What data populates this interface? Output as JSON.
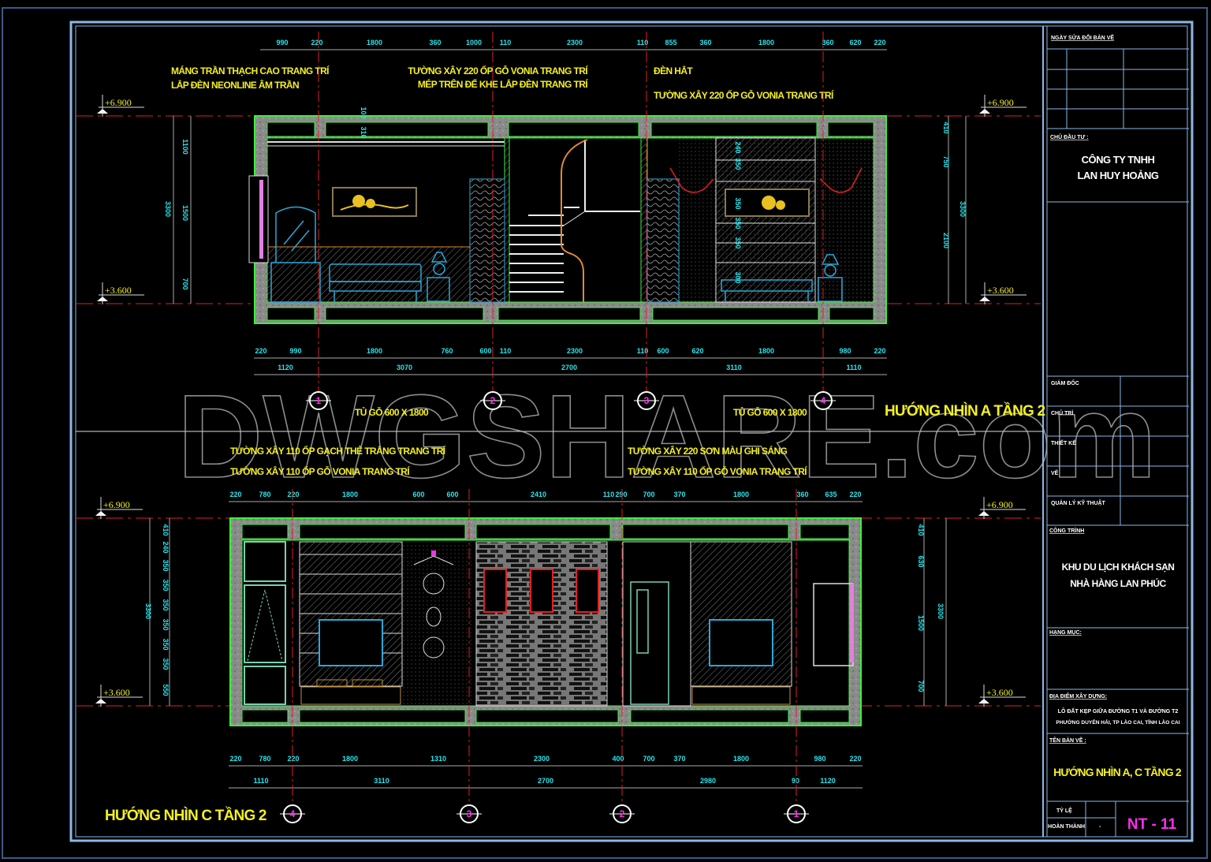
{
  "watermark": "DWGSHARE.com",
  "colors": {
    "background": "#000000",
    "wall": "#3cf03c",
    "dimension": "#27e6ee",
    "annotation": "#f4f020",
    "axis": "#e02020",
    "frame": "#8ab8e8",
    "grid_bubble": "#ff2cf0"
  },
  "view_a": {
    "title": "HƯỚNG NHÌN A TẦNG 2",
    "annotations": [
      "MÁNG TRẦN THẠCH CAO TRANG TRÍ",
      "LẮP ĐÈN NEONLINE ÂM TRẦN",
      "TƯỜNG XÂY 220 ỐP GỖ VONIA TRANG TRÍ",
      "MÉP TRÊN ĐỂ KHE LẮP ĐÈN TRANG TRÍ",
      "ĐÈN HẮT",
      "TƯỜNG XÂY 220 ỐP GỖ VONIA TRANG TRÍ",
      "TỦ GỖ 600 X 1800",
      "TỦ GỖ 600 X 1800"
    ],
    "levels": [
      "+6.900",
      "+3.600",
      "+6.900",
      "+3.600"
    ],
    "dims_top": [
      "990",
      "220",
      "1800",
      "360",
      "1000",
      "110",
      "2300",
      "110",
      "855",
      "360",
      "1800",
      "360",
      "620",
      "220"
    ],
    "dims_bottom": [
      "220",
      "990",
      "1800",
      "760",
      "600",
      "110",
      "2300",
      "110",
      "600",
      "620",
      "1800",
      "980",
      "220"
    ],
    "dims_bottom_total": [
      "1120",
      "3070",
      "2700",
      "3110",
      "1110"
    ],
    "dims_left": [
      "1100",
      "1500",
      "700",
      "3300"
    ],
    "dims_right": [
      "410",
      "750",
      "2100",
      "3300"
    ],
    "ceiling_dims": [
      "100",
      "310"
    ],
    "vertical_inner_dims": [
      "240",
      "350",
      "350",
      "350",
      "350",
      "300"
    ],
    "grid": [
      "1",
      "2",
      "3",
      "4"
    ]
  },
  "view_c": {
    "title": "HƯỚNG NHÌN C TẦNG 2",
    "annotations": [
      "TƯỜNG XÂY 110 ỐP GẠCH THẺ TRẮNG TRANG TRÍ",
      "TƯỜNG XÂY 110 ỐP GỖ VONIA TRANG TRÍ",
      "TƯỜNG XÂY 220 SƠN MÀU GHI SÁNG",
      "TƯỜNG XÂY 110 ỐP GỖ VONIA TRANG TRÍ"
    ],
    "levels": [
      "+6.900",
      "+3.600",
      "+6.900",
      "+3.600"
    ],
    "dims_top": [
      "220",
      "780",
      "220",
      "1800",
      "600",
      "600",
      "2410",
      "110",
      "290",
      "700",
      "370",
      "1800",
      "360",
      "635",
      "220"
    ],
    "dims_bottom": [
      "220",
      "780",
      "220",
      "1800",
      "1310",
      "2300",
      "400",
      "700",
      "370",
      "1800",
      "980",
      "220"
    ],
    "dims_bottom_total": [
      "1110",
      "3110",
      "2700",
      "2980",
      "90",
      "1120"
    ],
    "dims_left": [
      "410",
      "240",
      "350",
      "350",
      "350",
      "350",
      "350",
      "350",
      "550",
      "3300"
    ],
    "dims_right": [
      "410",
      "630",
      "1500",
      "700",
      "3300"
    ],
    "grid": [
      "4",
      "3",
      "2",
      "1"
    ]
  },
  "title_block": {
    "revision_label": "NGÀY SỬA ĐỔI BẢN VẼ",
    "owner_label": "CHỦ ĐẦU TƯ :",
    "owner": [
      "CÔNG TY TNHH",
      "LAN HUY HOẢNG"
    ],
    "roles": [
      "GIÁM ĐỐC",
      "CHỦ TRÌ",
      "THIẾT KẾ",
      "VẼ",
      "QUẢN LÝ KỸ THUẬT"
    ],
    "project_label": "CÔNG TRÌNH",
    "project": [
      "KHU DU LỊCH KHÁCH SẠN",
      "NHÀ HÀNG LAN PHÚC"
    ],
    "category_label": "HẠNG MỤC:",
    "location_label": "ĐỊA ĐIỂM XÂY DỰNG:",
    "location": [
      "LÔ ĐẤT KẸP GIỮA ĐƯỜNG T1 VÀ ĐƯỜNG T2",
      "PHƯỜNG DUYÊN HẢI, TP LÀO CAI, TỈNH LÀO CAI"
    ],
    "drawing_name_label": "TÊN BẢN VẼ :",
    "drawing_name": "HƯỚNG NHÌN A, C TẦNG 2",
    "scale_label": "TỶ LỆ",
    "completed_label": "HOÀN THÀNH",
    "completed_value": "-",
    "sheet_number": "NT - 11"
  }
}
